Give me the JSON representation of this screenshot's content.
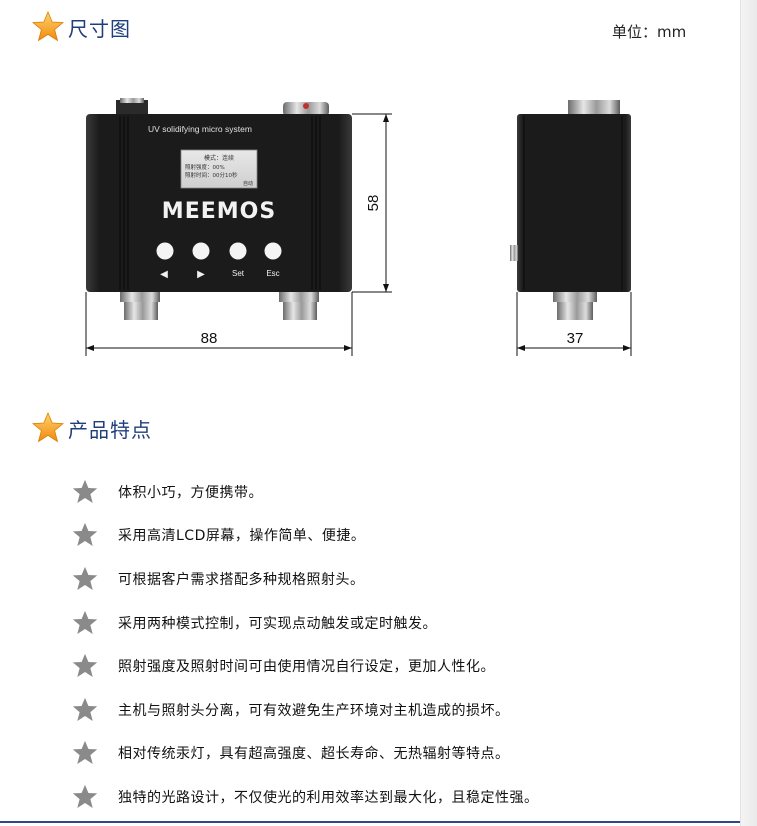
{
  "dimensions_section": {
    "title": "尺寸图",
    "unit": "单位：mm"
  },
  "device": {
    "header": "UV solidifying micro system",
    "screen_lines": [
      "模式：连续",
      "照射强度：00%",
      "照射时间：00分10秒",
      "自动"
    ],
    "brand": "MEEMOS",
    "button_labels": [
      "◀",
      "▶",
      "Set",
      "Esc"
    ]
  },
  "dims": {
    "height": "58",
    "width": "88",
    "depth": "37"
  },
  "features_section": {
    "title": "产品特点",
    "items": [
      "体积小巧，方便携带。",
      "采用高清LCD屏幕，操作简单、便捷。",
      "可根据客户需求搭配多种规格照射头。",
      "采用两种模式控制，可实现点动触发或定时触发。",
      "照射强度及照射时间可由使用情况自行设定，更加人性化。",
      "主机与照射头分离，可有效避免生产环境对主机造成的损坏。",
      "相对传统汞灯，具有超高强度、超长寿命、无热辐射等特点。",
      "独特的光路设计，不仅使光的利用效率达到最大化，且稳定性强。"
    ]
  },
  "colors": {
    "title_blue": "#1f3f7a",
    "star_orange": "#f39a1e",
    "bullet_gray": "#8a8a8a",
    "device_black": "#1e1e1e"
  }
}
